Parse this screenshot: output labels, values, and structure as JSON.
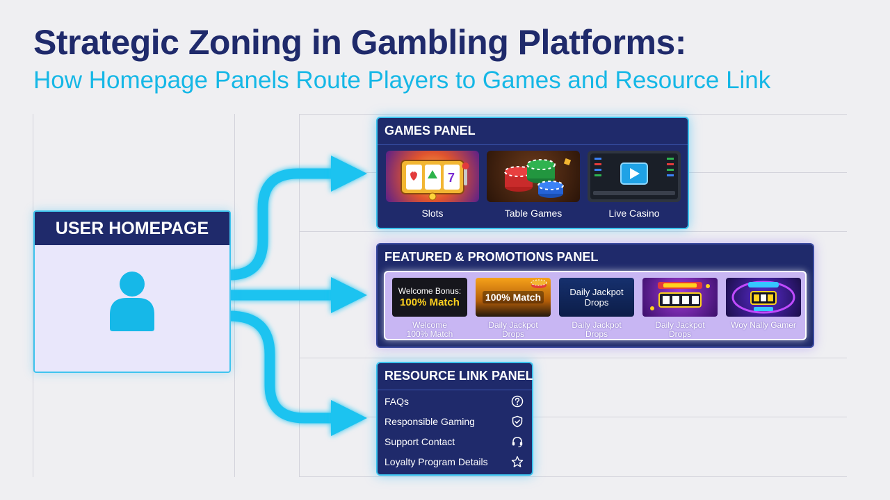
{
  "header": {
    "title": "Strategic Zoning in Gambling Platforms:",
    "subtitle": "How Homepage Panels Route Players to Games and Resource Link"
  },
  "user_homepage": {
    "title": "USER HOMEPAGE",
    "icon": "user-icon"
  },
  "games_panel": {
    "title": "GAMES PANEL",
    "items": [
      {
        "label": "Slots",
        "icon": "slot-machine-icon"
      },
      {
        "label": "Table Games",
        "icon": "poker-chips-icon"
      },
      {
        "label": "Live Casino",
        "icon": "video-play-icon"
      }
    ]
  },
  "promotions_panel": {
    "title": "FEATURED & PROMOTIONS PANEL",
    "items": [
      {
        "image_line1": "Welcome Bonus:",
        "image_line2": "100% Match",
        "caption_line1": "Welcome",
        "caption_line2": "100% Match"
      },
      {
        "image_line1": "100% Match",
        "caption_line1": "Daily Jackpot",
        "caption_line2": "Drops"
      },
      {
        "image_line1": "Daily Jackpot",
        "image_line2": "Drops",
        "caption_line1": "Daily Jackpot",
        "caption_line2": "Drops"
      },
      {
        "caption_line1": "Daily Jackpot",
        "caption_line2": "Drops",
        "icon": "jackpot-reels-icon"
      },
      {
        "caption_line1": "Woy Nally Gamer",
        "icon": "arcade-machine-icon"
      }
    ]
  },
  "resource_panel": {
    "title": "RESOURCE LINK PANEL",
    "items": [
      {
        "label": "FAQs",
        "icon": "question-circle-icon"
      },
      {
        "label": "Responsible Gaming",
        "icon": "shield-check-icon"
      },
      {
        "label": "Support Contact",
        "icon": "headset-icon"
      },
      {
        "label": "Loyalty Program Details",
        "icon": "star-icon"
      }
    ]
  },
  "colors": {
    "navy": "#1f2a6b",
    "cyan": "#15b7e6",
    "arrow": "#1cc3f0",
    "promo_bg": "#c8b6f3",
    "homepage_bg": "#e9e7fb"
  }
}
